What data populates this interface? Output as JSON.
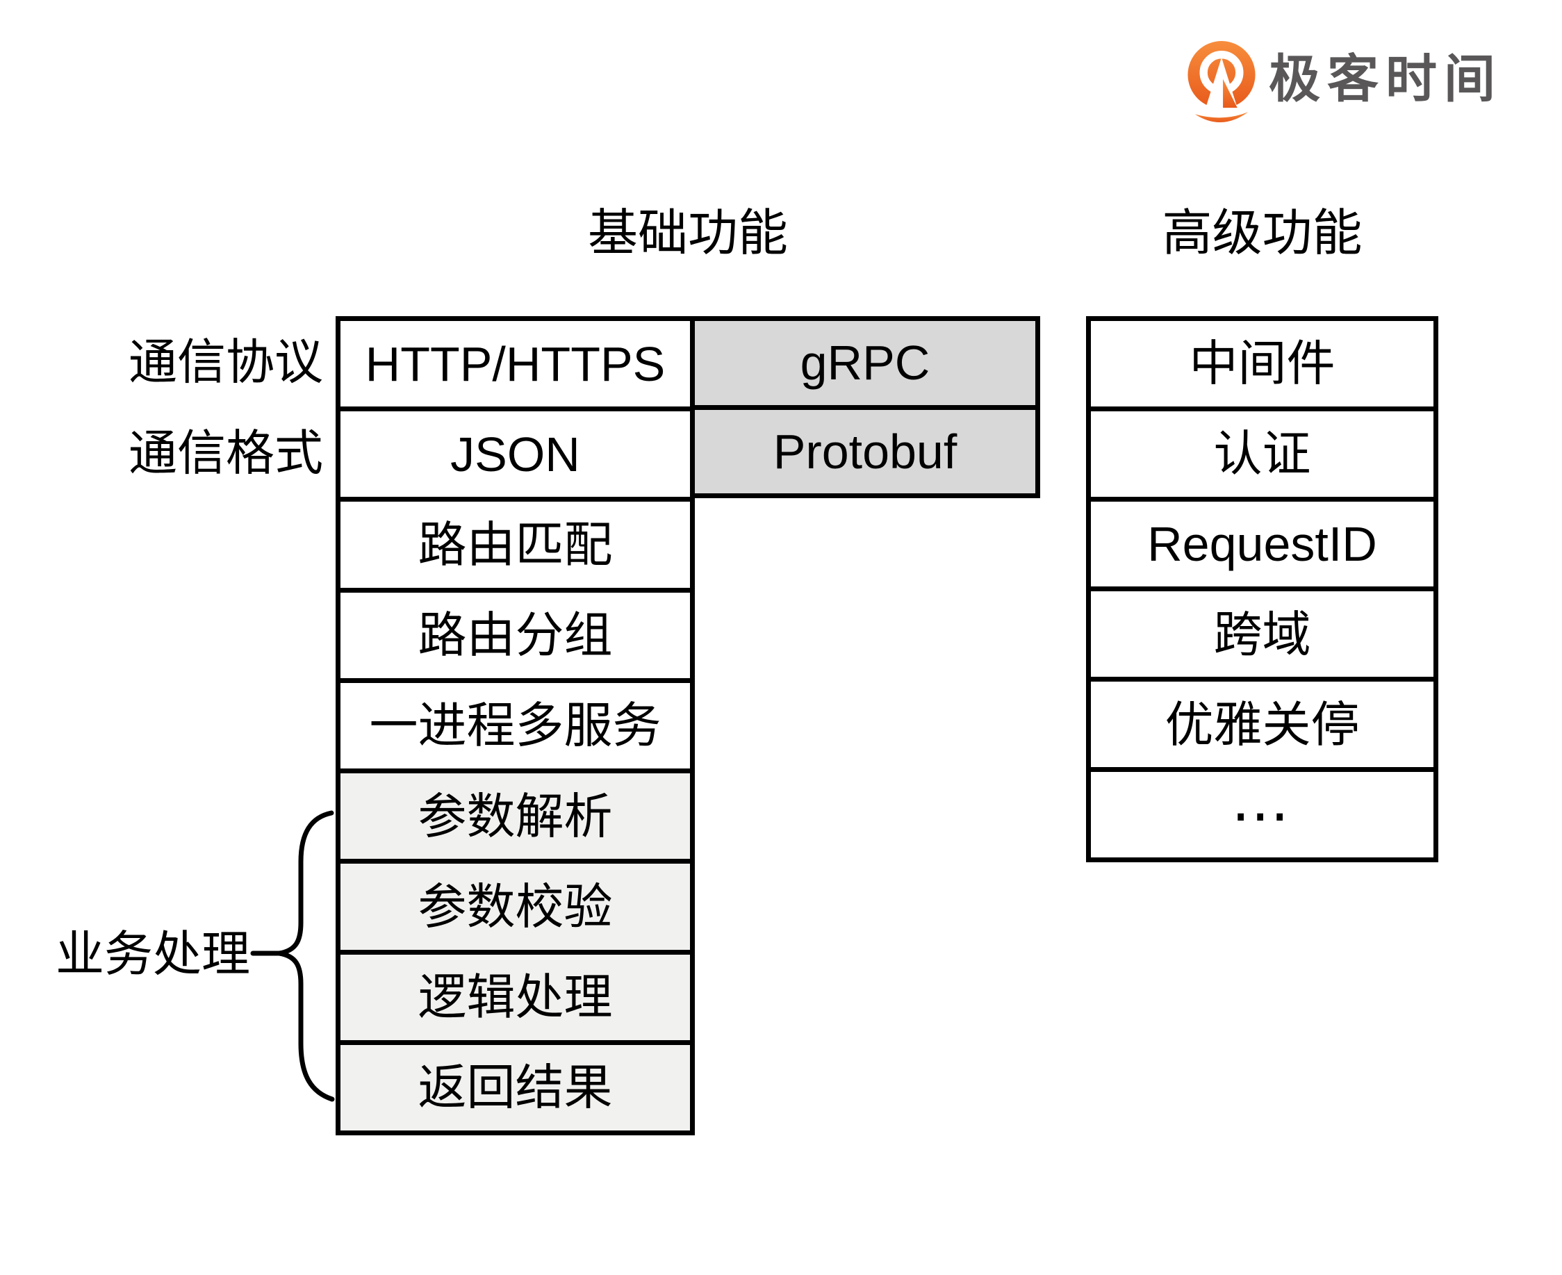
{
  "logo": {
    "brand": "极客时间",
    "icon": "geektime-q-icon",
    "orange_top": "#F78E3D",
    "orange_bottom": "#E8591A",
    "text_color": "#595757"
  },
  "headers": {
    "basic": "基础功能",
    "advanced": "高级功能"
  },
  "labels": {
    "protocol": "通信协议",
    "format": "通信格式",
    "business": "业务处理"
  },
  "basic_table": {
    "primary_column": [
      {
        "label": "HTTP/HTTPS"
      },
      {
        "label": "JSON"
      },
      {
        "label": "路由匹配"
      },
      {
        "label": "路由分组"
      },
      {
        "label": "一进程多服务"
      },
      {
        "label": "参数解析"
      },
      {
        "label": "参数校验"
      },
      {
        "label": "逻辑处理"
      },
      {
        "label": "返回结果"
      }
    ],
    "alt_column": [
      {
        "label": "gRPC"
      },
      {
        "label": "Protobuf"
      }
    ]
  },
  "advanced_table": {
    "rows": [
      {
        "label": "中间件"
      },
      {
        "label": "认证"
      },
      {
        "label": "RequestID"
      },
      {
        "label": "跨域"
      },
      {
        "label": "优雅关停"
      },
      {
        "label": "⋯"
      }
    ]
  },
  "colors": {
    "border": "#000000",
    "alt_column_bg": "#d8d8d8",
    "shaded_row_bg": "#f1f1f0",
    "background": "#ffffff"
  }
}
